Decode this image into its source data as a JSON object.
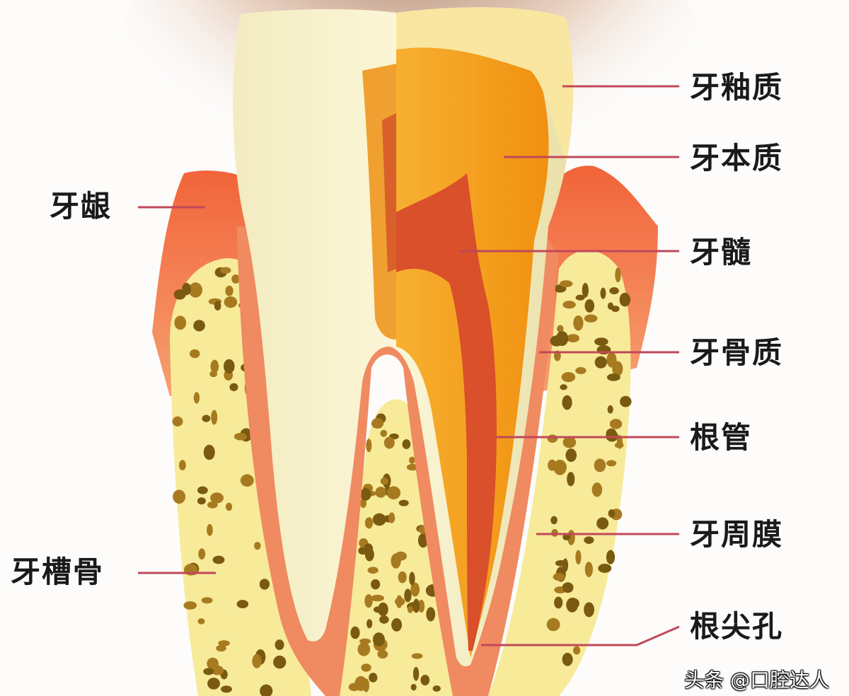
{
  "labels": {
    "enamel": "牙釉质",
    "dentin": "牙本质",
    "gum": "牙龈",
    "pulp": "牙髓",
    "cementum": "牙骨质",
    "root_canal": "根管",
    "periodontal_ligament": "牙周膜",
    "alveolar_bone": "牙槽骨",
    "apical_foramen": "根尖孔"
  },
  "watermark": "头条 @口腔达人",
  "colors": {
    "enamel": "#f4efc4",
    "dentin": "#f5a623",
    "pulp": "#d9502a",
    "gum": "#ef6a3a",
    "bone": "#f7eb9a",
    "membrane": "#f0906a",
    "leader_line": "#c0485a"
  }
}
